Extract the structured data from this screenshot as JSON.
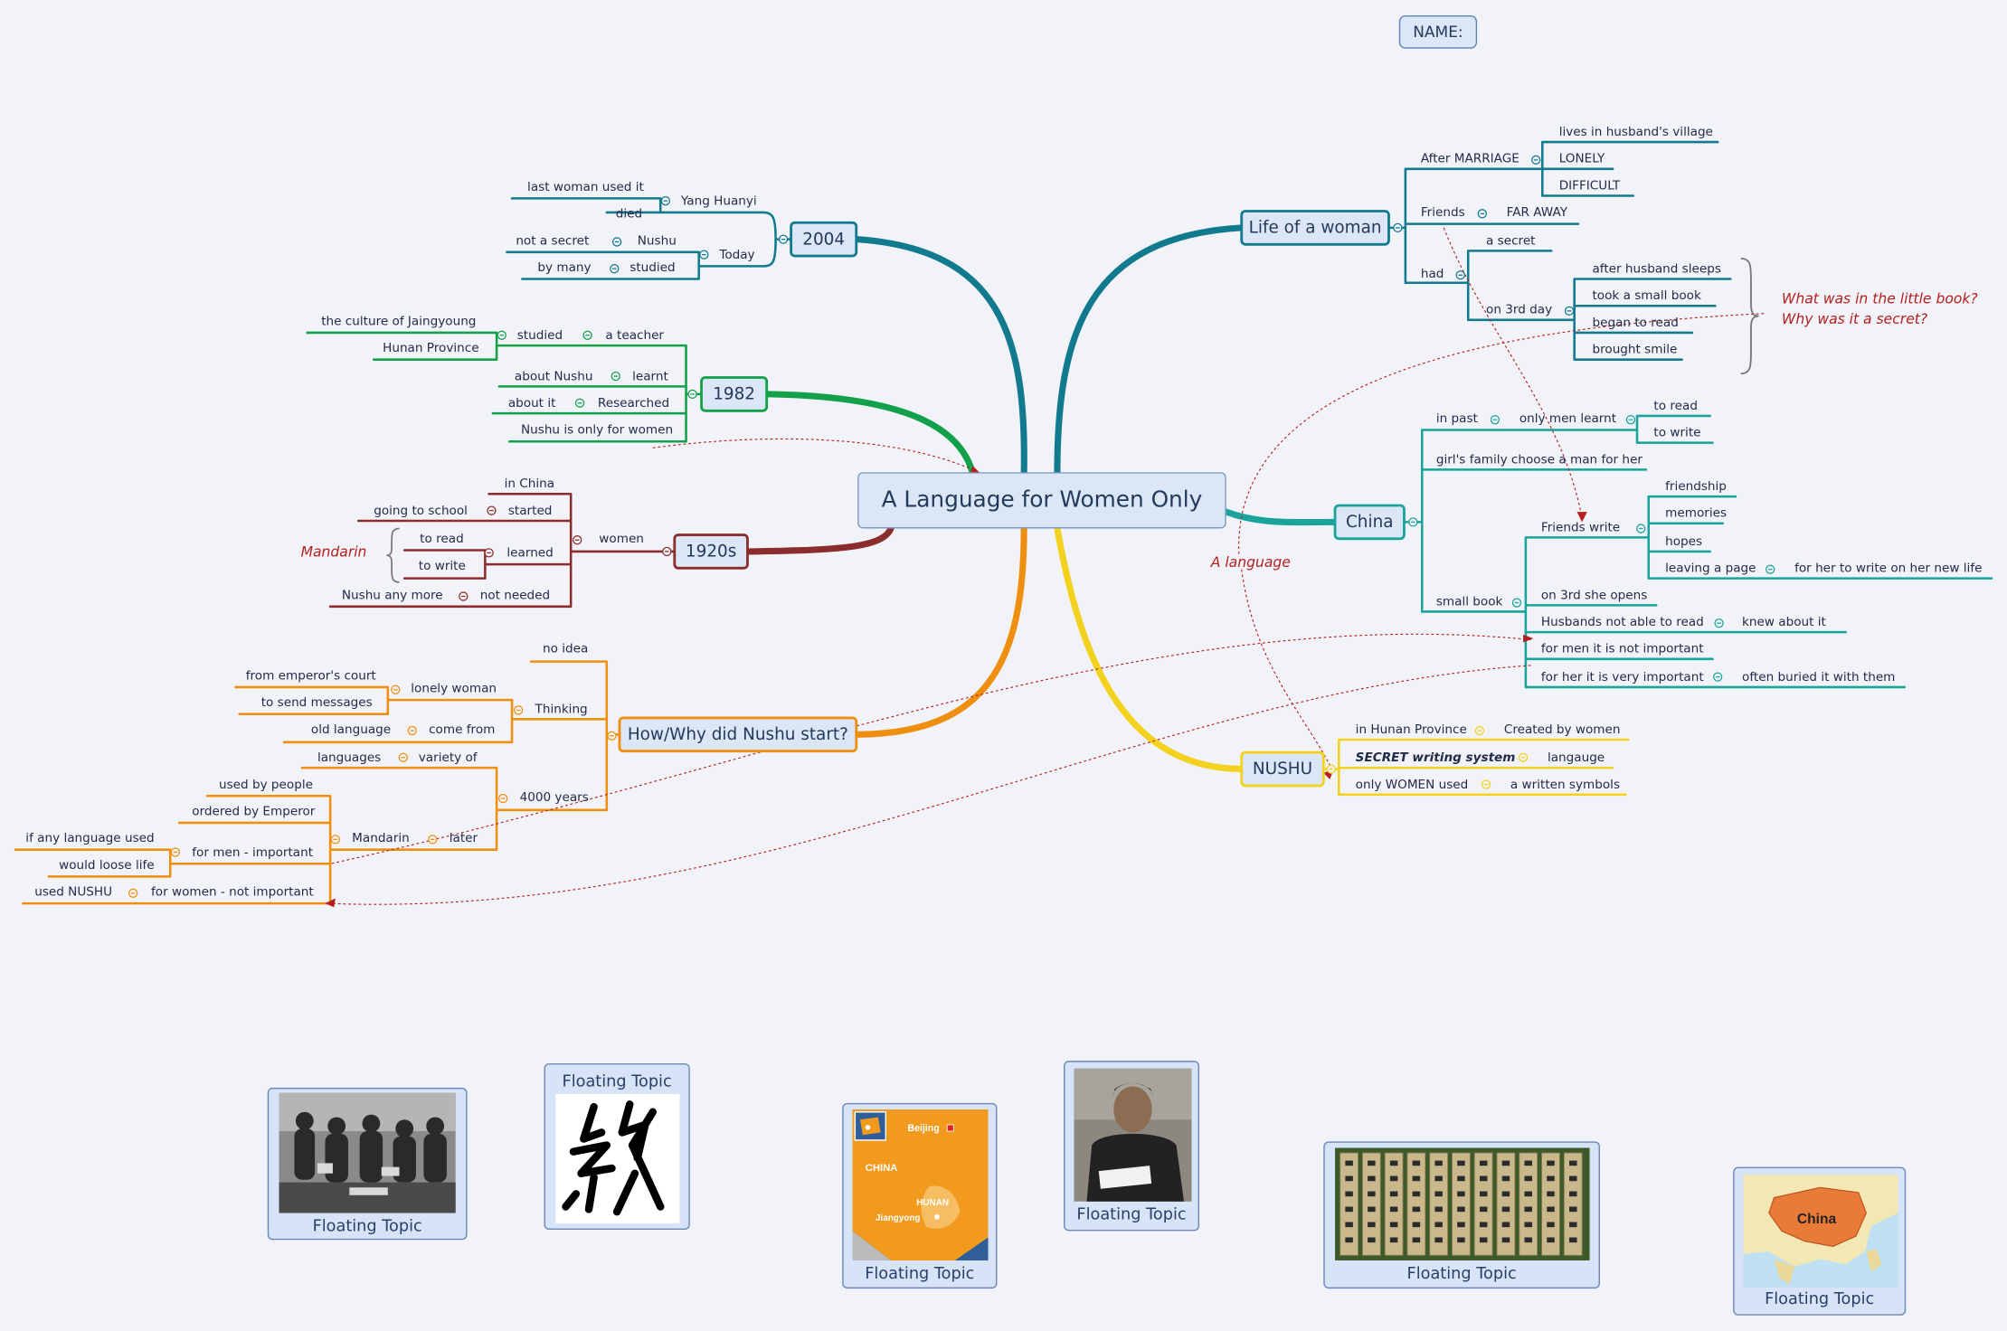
{
  "name_box": "NAME:",
  "central": "A Language for Women Only",
  "colors": {
    "teal": "#127a8e",
    "green": "#13a04a",
    "maroon": "#8c2d2d",
    "orange": "#ef8f10",
    "yellow": "#f2d21f",
    "aqua": "#19a39b",
    "note_red": "#b42020",
    "central_border": "#7f9cc0",
    "background": "#f2f3f8"
  },
  "branches": {
    "y2004": {
      "label": "2004",
      "yang_huanyi": "Yang Huanyi",
      "last_woman_used_it": "last woman used it",
      "died": "died",
      "today": "Today",
      "nushu": "Nushu",
      "not_a_secret": "not a secret",
      "studied": "studied",
      "by_many": "by many"
    },
    "y1982": {
      "label": "1982",
      "studied": "studied",
      "a_teacher": "a teacher",
      "the_culture": "the culture of Jaingyoung",
      "hunan_province": "Hunan Province",
      "learnt": "learnt",
      "about_nushu": "about Nushu",
      "researched": "Researched",
      "about_it": "about it",
      "nushu_only": "Nushu is only for women"
    },
    "y1920s": {
      "label": "1920s",
      "women": "women",
      "in_china": "in China",
      "started": "started",
      "going_to_school": "going to school",
      "learned": "learned",
      "to_read": "to read",
      "to_write": "to write",
      "mandarin_note": "Mandarin",
      "not_needed": "not needed",
      "nushu_any_more": "Nushu any more"
    },
    "how_why": {
      "label": "How/Why did Nushu start?",
      "no_idea": "no idea",
      "thinking": "Thinking",
      "lonely_woman": "lonely woman",
      "from_emperors_court": "from emperor's court",
      "to_send_messages": "to send messages",
      "come_from": "come from",
      "old_language": "old language",
      "four_thousand_years": "4000 years",
      "variety_of": "variety of",
      "languages": "languages",
      "later": "later",
      "mandarin": "Mandarin",
      "used_by_people": "used by people",
      "ordered_by_emperor": "ordered by Emperor",
      "for_men_important": "for men - important",
      "if_any_language_used": "if any language used",
      "would_loose_life": "would loose life",
      "for_women_not_important": "for women - not important",
      "used_nushu": "used NUSHU"
    },
    "life": {
      "label": "Life of a woman",
      "after_marriage": "After MARRIAGE",
      "lives_in_husbands_village": "lives in husband's village",
      "lonely": "LONELY",
      "difficult": "DIFFICULT",
      "friends": "Friends",
      "far_away": "FAR AWAY",
      "had": "had",
      "a_secret": "a secret",
      "on_3rd_day": "on 3rd day",
      "after_husband_sleeps": "after husband sleeps",
      "took_a_small_book": "took a small book",
      "began_to_read": "began to read",
      "brought_smile": "brought smile",
      "note_line1": "What was in the little book?",
      "note_line2": "Why was it a secret?"
    },
    "china": {
      "label": "China",
      "in_past": "in past",
      "only_men_learnt": "only men learnt",
      "to_read": "to read",
      "to_write": "to write",
      "girls_family": "girl's family choose a man for her",
      "small_book": "small book",
      "friends_write": "Friends write",
      "friendship": "friendship",
      "memories": "memories",
      "hopes": "hopes",
      "leaving_a_page": "leaving a page",
      "for_her_to_write": "for her to write on her new life",
      "on_3rd_she_opens": "on 3rd she opens",
      "husbands_not_able": "Husbands not able to read",
      "knew_about_it": "knew about it",
      "for_men_not_important": "for men it is not important",
      "for_her_very_important": "for her it is very important",
      "often_buried": "often buried it with them"
    },
    "nushu": {
      "label": "NUSHU",
      "in_hunan_province": "in Hunan Province",
      "created_by_women": "Created by women",
      "secret_writing_system": "SECRET writing system",
      "langauge": "langauge",
      "only_women_used": "only WOMEN used",
      "a_written_symbols": "a written symbols"
    }
  },
  "relationship_note": "A language",
  "floating_topics": [
    {
      "label": "Floating Topic",
      "image": "historic-photo-women"
    },
    {
      "label": "Floating Topic",
      "image": "nushu-character"
    },
    {
      "label": "Floating Topic",
      "image": "map-china-hunan"
    },
    {
      "label": "Floating Topic",
      "image": "photo-elderly-woman"
    },
    {
      "label": "Floating Topic",
      "image": "bamboo-slips"
    },
    {
      "label": "Floating Topic",
      "image": "map-asia-china"
    }
  ],
  "map_labels": {
    "beijing": "Beijing",
    "china": "CHINA",
    "hunan": "HUNAN",
    "jiangyong": "Jiangyong",
    "china2": "China"
  }
}
